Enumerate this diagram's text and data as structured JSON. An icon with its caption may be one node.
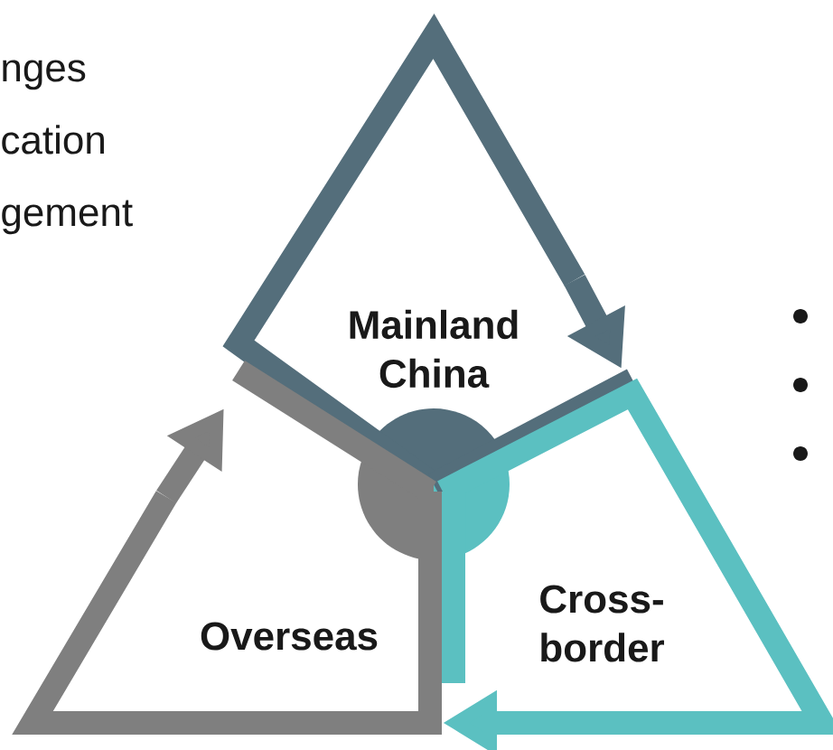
{
  "diagram": {
    "nodes": [
      {
        "text": [
          "Mainland China"
        ]
      },
      {
        "text": [
          "Cross-border"
        ]
      },
      {
        "text": [
          "Overseas"
        ]
      }
    ],
    "edges": [
      {
        "from": 0,
        "to": 1,
        "arrow": "to",
        "color": "#546e7b"
      },
      {
        "from": 1,
        "to": 2,
        "arrow": "to",
        "color": "#5bc0c1"
      },
      {
        "from": 2,
        "to": 0,
        "arrow": "to",
        "color": "#7f7f7f"
      }
    ],
    "labels": [
      "nges cation gement"
    ]
  }
}
